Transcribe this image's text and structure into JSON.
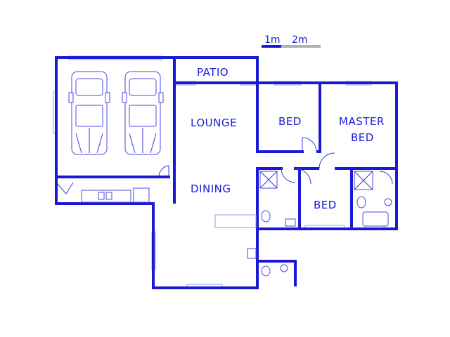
{
  "scale": {
    "label_1": "1m",
    "label_2": "2m",
    "color_primary": "#1a1ad6",
    "color_secondary": "#b0b0b0"
  },
  "rooms": {
    "patio": "PATIO",
    "lounge": "LOUNGE",
    "dining": "DINING",
    "bed_1": "BED",
    "master_bed_line1": "MASTER",
    "master_bed_line2": "BED",
    "bed_2": "BED"
  },
  "colors": {
    "wall": "#1a1ad6",
    "background": "#ffffff"
  }
}
